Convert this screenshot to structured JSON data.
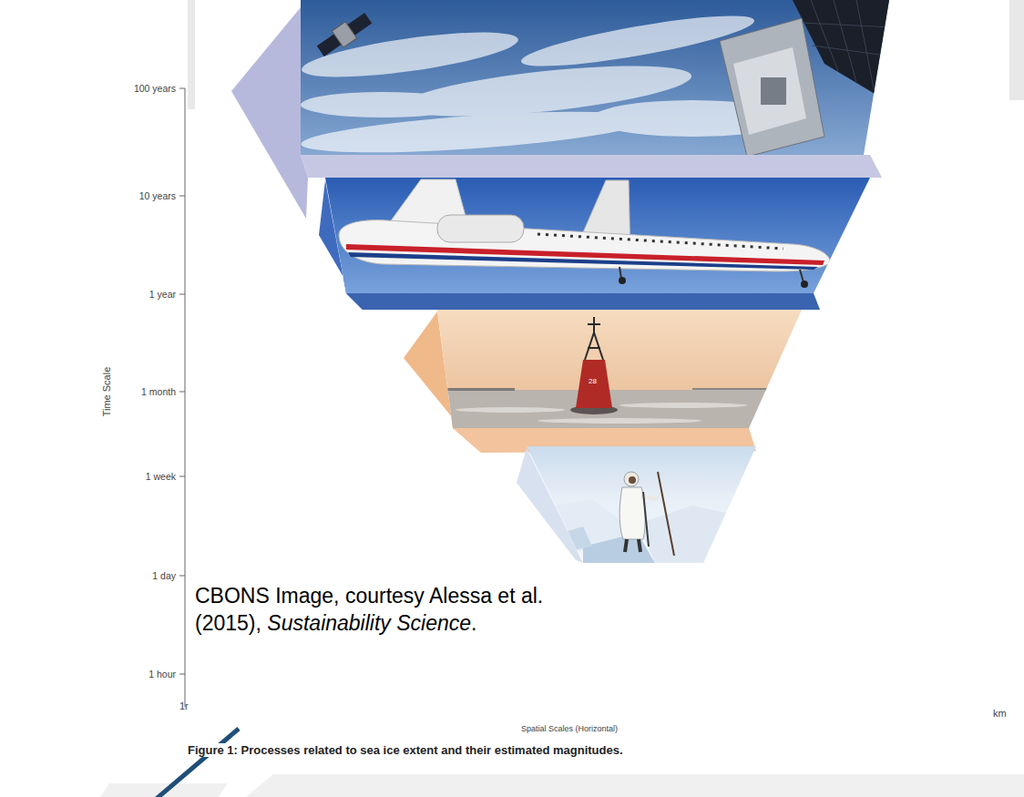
{
  "diagram": {
    "caption": "Figure 1: Processes related to sea ice extent and their estimated magnitudes.",
    "labels": [
      "100 years",
      "10 years",
      "1 year",
      "Time Scale",
      "1 month",
      "28",
      "1 week",
      "1 day",
      "CBONS Image, courtesy Alessa et al. (2015),",
      "Sustainability Science",
      ".",
      "1 hour",
      "1r",
      "km",
      "Spatial Scales (Horizontal)"
    ]
  }
}
